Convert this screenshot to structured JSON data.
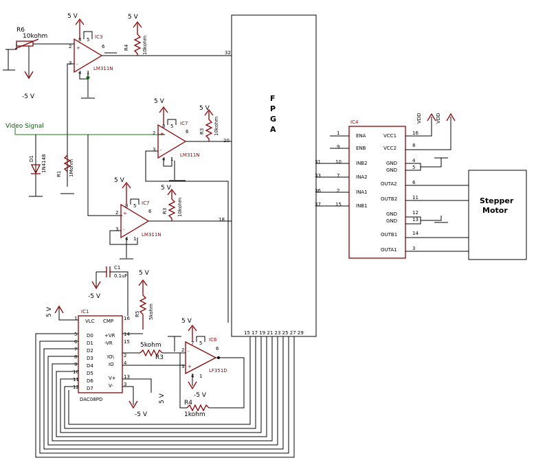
{
  "supplies": {
    "plus5": "5 V",
    "minus5": "-5 V",
    "vdd": "VDD"
  },
  "fpga": {
    "title_letters": [
      "F",
      "P",
      "G",
      "A"
    ],
    "pins_left": [
      "32",
      "20",
      "18"
    ],
    "pins_bottom": "15 17 19 21 23 25 27 29",
    "pins_right": [
      "31",
      "33",
      "36",
      "37"
    ]
  },
  "ic3": {
    "name": "IC3",
    "part": "LM311N",
    "pins": [
      "8",
      "2",
      "3",
      "4",
      "1",
      "6",
      "5"
    ]
  },
  "ic7a": {
    "name": "IC7",
    "part": "LM311N",
    "pins": [
      "8",
      "2",
      "3",
      "4",
      "1",
      "6",
      "5"
    ]
  },
  "ic7b": {
    "name": "IC7",
    "part": "LM311N",
    "pins": [
      "8",
      "2",
      "3",
      "4",
      "1",
      "6",
      "5"
    ]
  },
  "ic6": {
    "name": "IC6",
    "part": "LF351D",
    "pins": [
      "7",
      "2",
      "3",
      "4",
      "1",
      "5",
      "6"
    ]
  },
  "ic1": {
    "name": "IC1",
    "part": "DAC08PD",
    "left_pins": [
      "D0",
      "D1",
      "D2",
      "D3",
      "D4",
      "D5",
      "D6",
      "D7"
    ],
    "left_nums": [
      "5",
      "6",
      "7",
      "8",
      "9",
      "10",
      "11",
      "12"
    ],
    "right_pins": [
      "+VR",
      "-VR",
      "IO\\",
      "IO",
      "V+",
      "V-"
    ],
    "right_nums": [
      "14",
      "15",
      "2",
      "4",
      "13",
      "3"
    ],
    "top_labels": [
      "VLC",
      "CMP"
    ],
    "top_nums": [
      "1",
      "16"
    ]
  },
  "ic4": {
    "name": "IC4",
    "left_pins": [
      "ENA",
      "ENB",
      "INB2",
      "INA2",
      "INA1",
      "INB1"
    ],
    "left_nums": [
      "1",
      "9",
      "10",
      "7",
      "2",
      "15"
    ],
    "right_pins": [
      "VCC1",
      "VCC2",
      "GND",
      "GND",
      "OUTA2",
      "OUTB2",
      "GND",
      "GND",
      "OUTB1",
      "OUTA1"
    ],
    "right_nums": [
      "16",
      "8",
      "4",
      "5",
      "6",
      "11",
      "12",
      "13",
      "14",
      "3"
    ]
  },
  "components": {
    "r6": {
      "name": "R6",
      "value": "10kohm"
    },
    "r4": {
      "name": "R4",
      "value": "10kohm"
    },
    "r3a": {
      "name": "R3",
      "value": "10kohm"
    },
    "r3b": {
      "name": "R3",
      "value": "10kohm"
    },
    "r1": {
      "name": "R1",
      "value": "1Mohm"
    },
    "d1": {
      "name": "D1",
      "value": "1N4148"
    },
    "c1": {
      "name": "C1",
      "value": "0.1uF"
    },
    "r5": {
      "name": "R5",
      "value": "5kohm"
    },
    "r3c": {
      "name": "R3",
      "value": "5kohm"
    },
    "r4b": {
      "name": "R4",
      "value": "1kohm"
    }
  },
  "video_signal": "Video Signal",
  "motor": [
    "Stepper",
    "Motor"
  ]
}
